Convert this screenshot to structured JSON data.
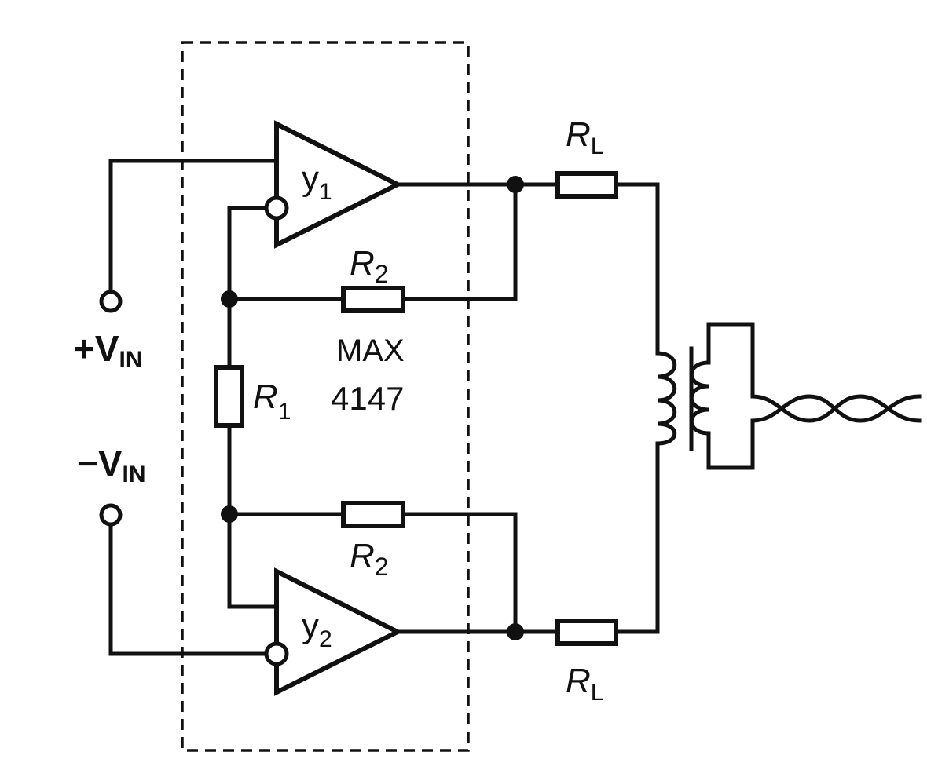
{
  "diagram": {
    "inputs": {
      "positive_main": "+V",
      "positive_sub": "IN",
      "negative_main": "−V",
      "negative_sub": "IN"
    },
    "amplifiers": {
      "upper_main": "y",
      "upper_sub": "1",
      "lower_main": "y",
      "lower_sub": "2"
    },
    "resistors": {
      "r1_main": "R",
      "r1_sub": "1",
      "r2_top_main": "R",
      "r2_top_sub": "2",
      "r2_bottom_main": "R",
      "r2_bottom_sub": "2",
      "rl_top_main": "R",
      "rl_top_sub": "L",
      "rl_bottom_main": "R",
      "rl_bottom_sub": "L"
    },
    "chip": {
      "line1": "MAX",
      "line2": "4147"
    }
  }
}
